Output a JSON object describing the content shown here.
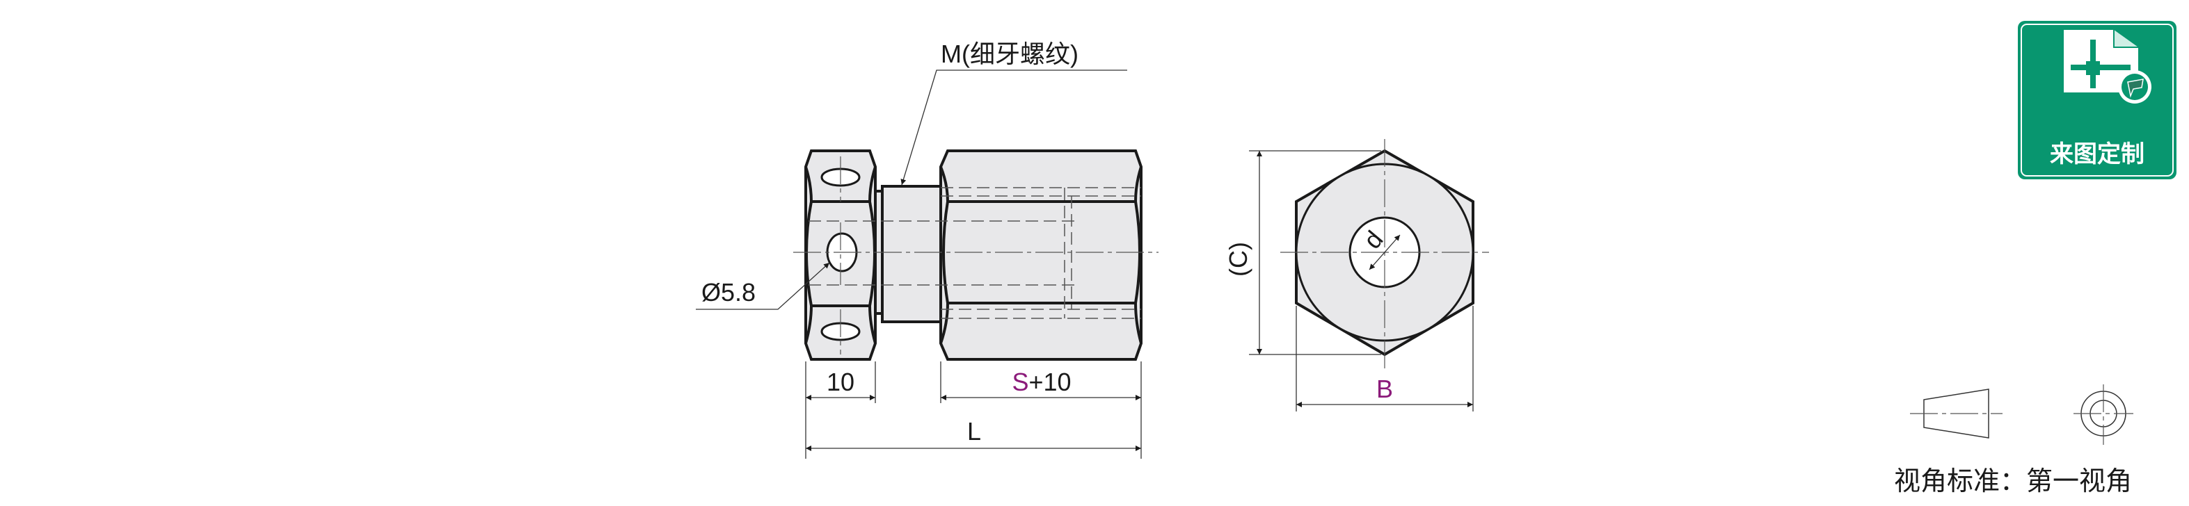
{
  "labels": {
    "thread": "M(细牙螺纹)",
    "hole_diameter": "Ø5.8",
    "nut_width": "10",
    "body_length_var": "S",
    "body_length_suffix": "+10",
    "total_length": "L",
    "across_corners": "(C)",
    "across_flats": "B",
    "bore": "d"
  },
  "badge": {
    "text": "来图定制",
    "icon": "custom-drawing-icon",
    "color": "#08966f"
  },
  "projection": {
    "text": "视角标准：第一视角"
  },
  "colors": {
    "variable": "#8b1a7a",
    "line": "#1a1a1a",
    "fill": "#e8e8ea"
  }
}
